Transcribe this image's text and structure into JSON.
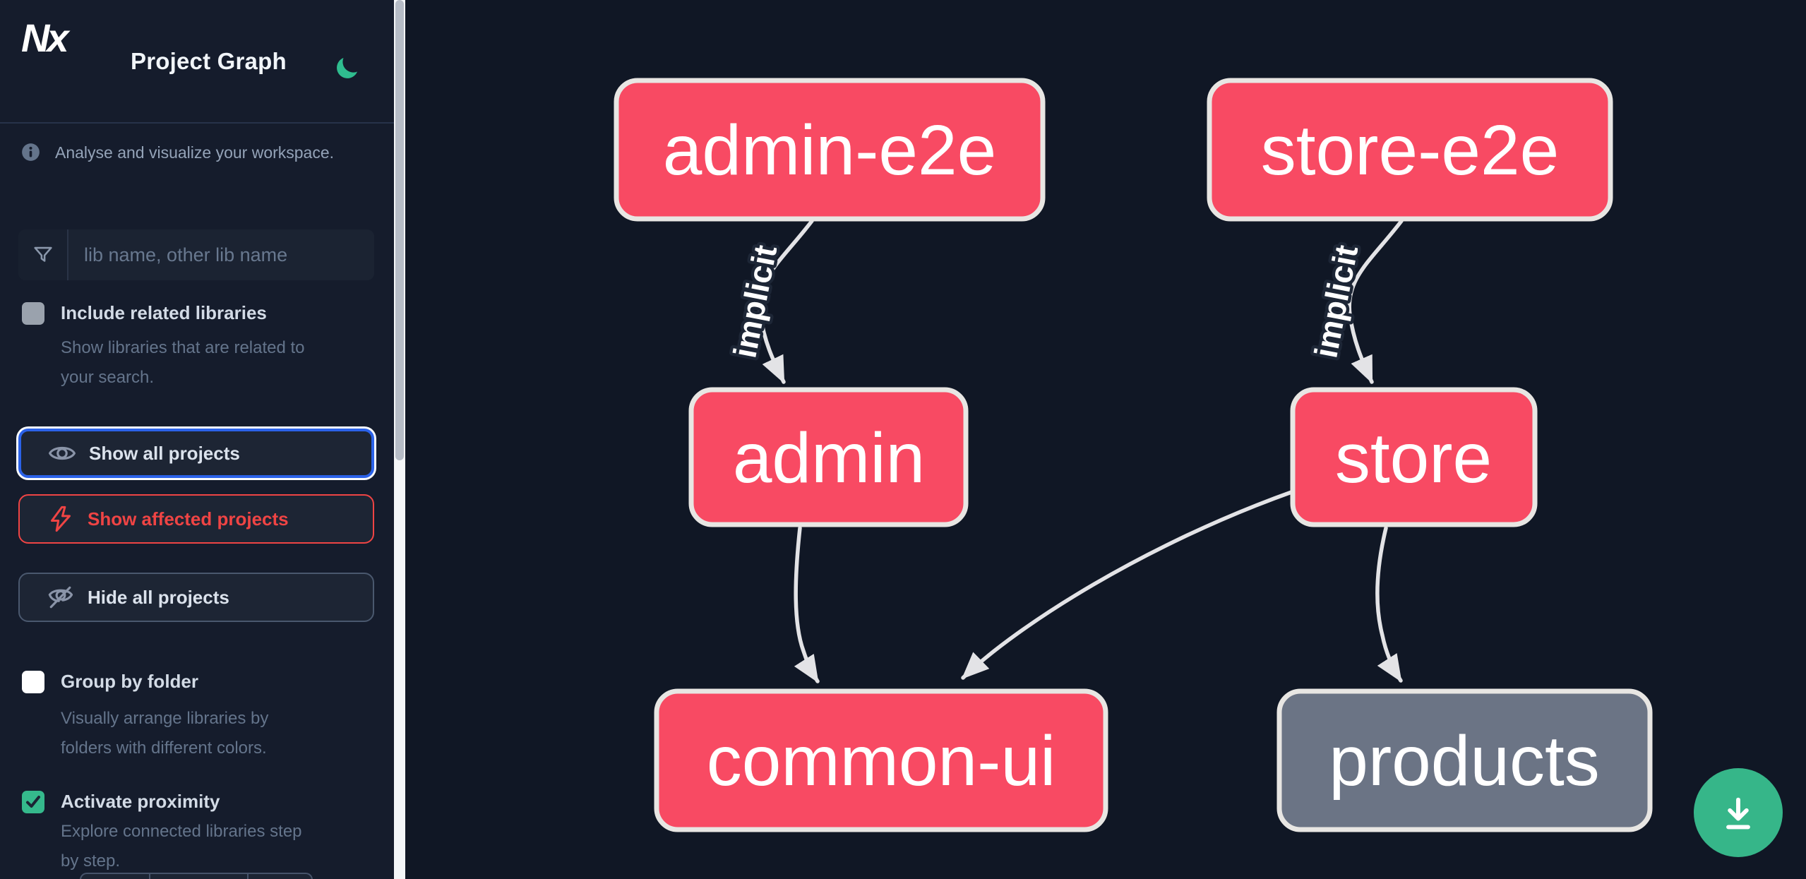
{
  "header": {
    "logo_text": "Nx",
    "title": "Project Graph"
  },
  "sidebar": {
    "tagline": "Analyse and visualize your workspace.",
    "search": {
      "placeholder": "lib name, other lib name",
      "value": ""
    },
    "include_related": {
      "label": "Include related libraries",
      "description_lines": [
        "Show libraries that are related to",
        "your search."
      ],
      "checked": false,
      "disabled": true
    },
    "actions": {
      "show_all": "Show all projects",
      "show_affected": "Show affected projects",
      "hide_all": "Hide all projects",
      "selected": "Show all projects"
    },
    "group_by_folder": {
      "label": "Group by folder",
      "description_lines": [
        "Visually arrange libraries by",
        "folders with different colors."
      ],
      "checked": false
    },
    "activate_proximity": {
      "label": "Activate proximity",
      "description_lines": [
        "Explore connected libraries step",
        "by step."
      ],
      "checked": true
    }
  },
  "graph": {
    "nodes": [
      {
        "id": "admin-e2e",
        "label": "admin-e2e",
        "kind": "app",
        "color": "#f84a63"
      },
      {
        "id": "store-e2e",
        "label": "store-e2e",
        "kind": "app",
        "color": "#f84a63"
      },
      {
        "id": "admin",
        "label": "admin",
        "kind": "app",
        "color": "#f84a63"
      },
      {
        "id": "store",
        "label": "store",
        "kind": "app",
        "color": "#f84a63"
      },
      {
        "id": "common-ui",
        "label": "common-ui",
        "kind": "app",
        "color": "#f84a63"
      },
      {
        "id": "products",
        "label": "products",
        "kind": "lib",
        "color": "#6b7485"
      }
    ],
    "edges": [
      {
        "from": "admin-e2e",
        "to": "admin",
        "label": "implicit"
      },
      {
        "from": "store-e2e",
        "to": "store",
        "label": "implicit"
      },
      {
        "from": "admin",
        "to": "common-ui",
        "label": ""
      },
      {
        "from": "store",
        "to": "common-ui",
        "label": ""
      },
      {
        "from": "store",
        "to": "products",
        "label": ""
      }
    ]
  },
  "fab": {
    "icon": "download-icon"
  },
  "colors": {
    "sidebar_bg": "#151c2c",
    "canvas_bg": "#101725",
    "node_highlight": "#f84a63",
    "node_muted": "#6b7485",
    "node_border": "#e8e6e3",
    "edge": "#e3e3e6",
    "accent_green": "#36b689",
    "accent_blue": "#2b62e9",
    "accent_red": "#ef4444"
  }
}
